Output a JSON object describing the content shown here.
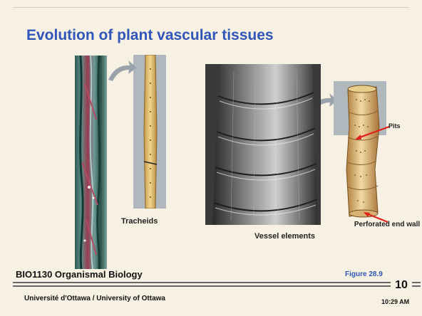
{
  "title": "Evolution of plant vascular tissues",
  "labels": {
    "tracheids": "Tracheids",
    "vessel_elements": "Vessel elements",
    "pits": "Pits",
    "perforated_end_wall": "Perforated end wall"
  },
  "footer": {
    "course": "BIO1130 Organismal Biology",
    "figure_ref": "Figure 28.9",
    "university": "Université d'Ottawa / University of Ottawa",
    "page_number": "10",
    "time": "10:29 AM"
  },
  "colors": {
    "title_blue": "#2f56b8",
    "slide_bg": "#f6f1e2",
    "pointer_red": "#e0221a"
  }
}
